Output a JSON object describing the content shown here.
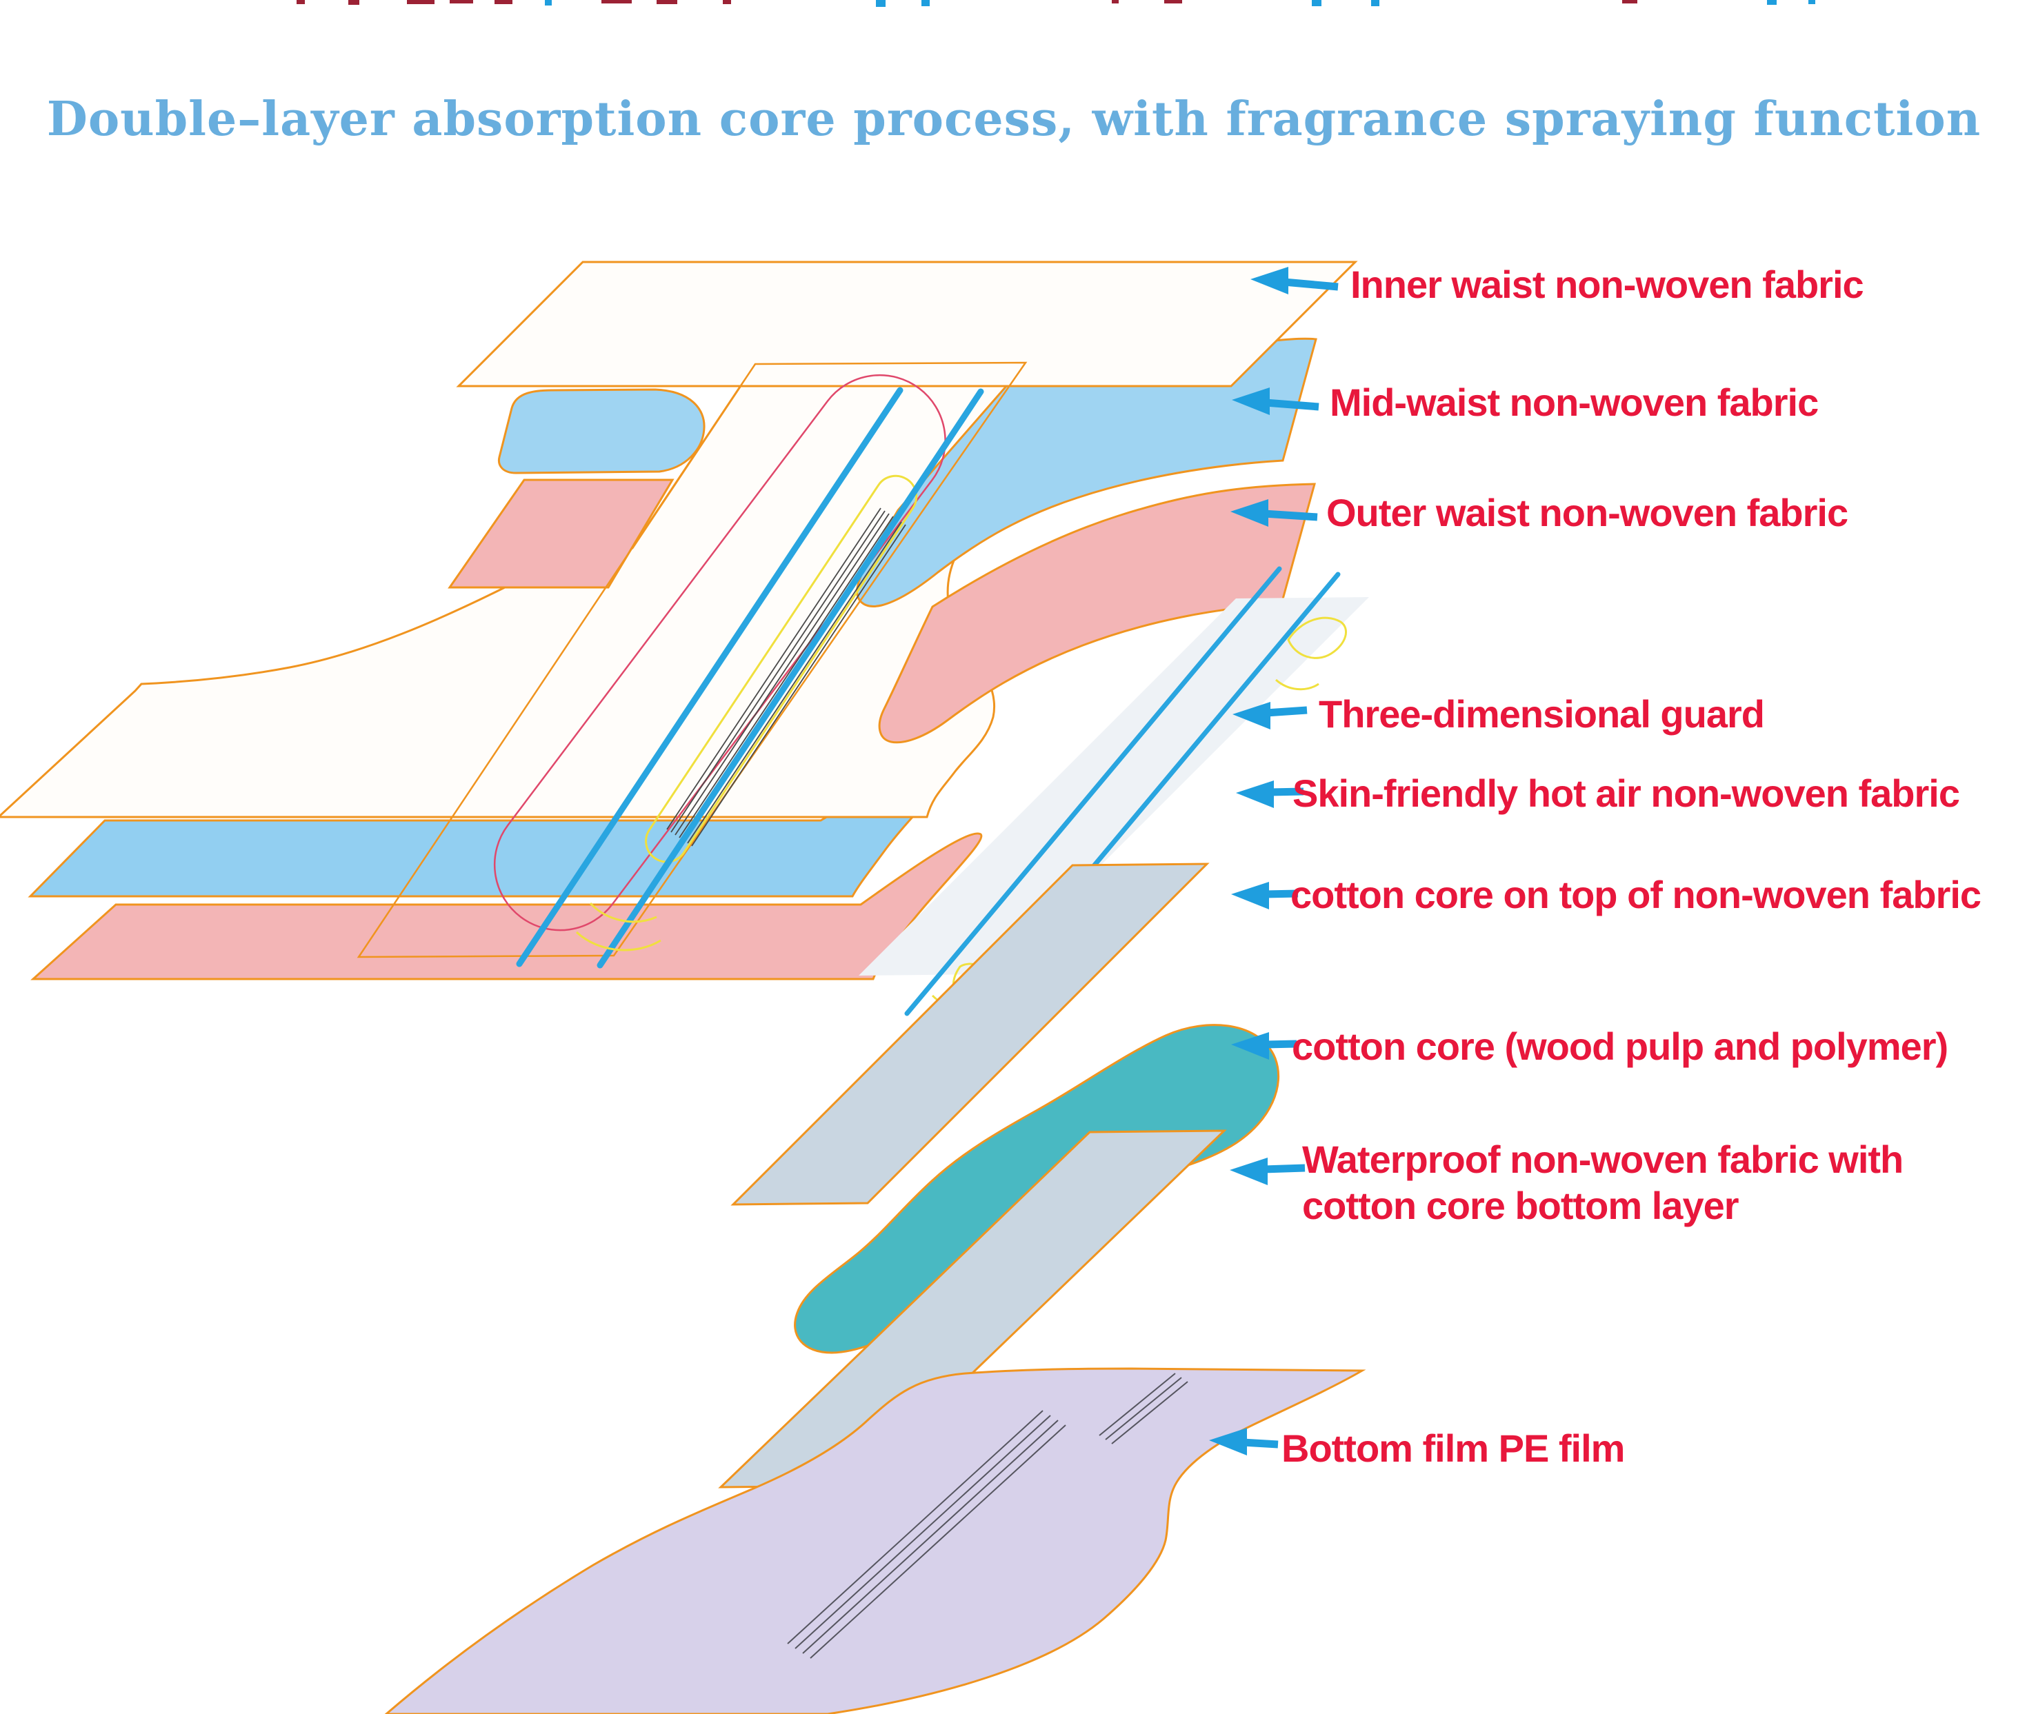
{
  "title": {
    "text": "Double–layer absorption core process, with fragrance spraying function"
  },
  "labels": [
    {
      "id": "inner-waist",
      "text": "Inner waist non-woven fabric"
    },
    {
      "id": "mid-waist",
      "text": "Mid-waist non-woven fabric"
    },
    {
      "id": "outer-waist",
      "text": "Outer waist non-woven fabric"
    },
    {
      "id": "three-dimensional-guard",
      "text": "Three-dimensional guard"
    },
    {
      "id": "skin-friendly",
      "text": "Skin-friendly hot air non-woven fabric"
    },
    {
      "id": "cotton-core-top",
      "text": "cotton core on top of non-woven fabric"
    },
    {
      "id": "cotton-core",
      "text": "cotton core (wood pulp and polymer)"
    },
    {
      "id": "waterproof",
      "lines": [
        "Waterproof non-woven fabric with",
        "cotton core bottom layer"
      ]
    },
    {
      "id": "bottom-film",
      "text": "Bottom film PE film"
    }
  ],
  "colors": {
    "title_blue": "#68aede",
    "label_red": "#e8173c",
    "arrow_blue": "#1f9ede",
    "outline_orange": "#f0941f",
    "sheet_white": "#fffdfa",
    "waist_blue": "#9fd4f2",
    "band_blue": "#92cff1",
    "waist_pink": "#f3b5b6",
    "guard_sheet": "#eef2f6",
    "core_line_blue": "#29a5e0",
    "core_outline_red": "#e0486b",
    "core_yellow": "#f0e03e",
    "strip_gray": "#c9d6e1",
    "teal_core": "#49b9c2",
    "lavender_film": "#d7d1ea"
  }
}
